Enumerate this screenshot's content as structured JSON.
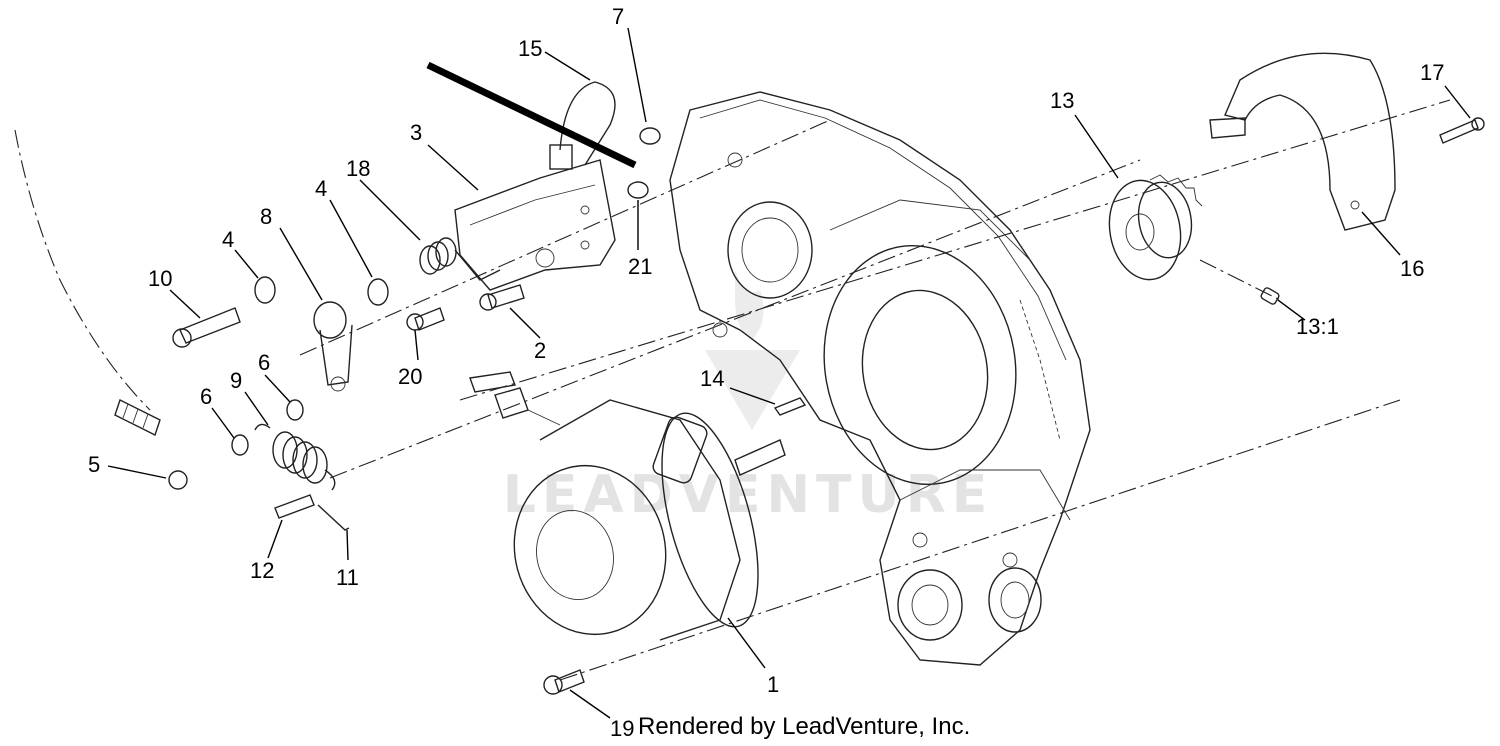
{
  "diagram": {
    "callouts": [
      {
        "id": "c1",
        "label": "1"
      },
      {
        "id": "c2",
        "label": "2"
      },
      {
        "id": "c3",
        "label": "3"
      },
      {
        "id": "c4a",
        "label": "4"
      },
      {
        "id": "c4b",
        "label": "4"
      },
      {
        "id": "c5",
        "label": "5"
      },
      {
        "id": "c6a",
        "label": "6"
      },
      {
        "id": "c6b",
        "label": "6"
      },
      {
        "id": "c7",
        "label": "7"
      },
      {
        "id": "c8",
        "label": "8"
      },
      {
        "id": "c9",
        "label": "9"
      },
      {
        "id": "c10",
        "label": "10"
      },
      {
        "id": "c11",
        "label": "11"
      },
      {
        "id": "c12",
        "label": "12"
      },
      {
        "id": "c13",
        "label": "13"
      },
      {
        "id": "c13_1",
        "label": "13:1"
      },
      {
        "id": "c14",
        "label": "14"
      },
      {
        "id": "c15",
        "label": "15"
      },
      {
        "id": "c16",
        "label": "16"
      },
      {
        "id": "c17",
        "label": "17"
      },
      {
        "id": "c18",
        "label": "18"
      },
      {
        "id": "c19",
        "label": "19"
      },
      {
        "id": "c20",
        "label": "20"
      },
      {
        "id": "c21",
        "label": "21"
      }
    ],
    "credit": "Rendered by LeadVenture, Inc.",
    "watermark": "LEADVENTURE"
  }
}
